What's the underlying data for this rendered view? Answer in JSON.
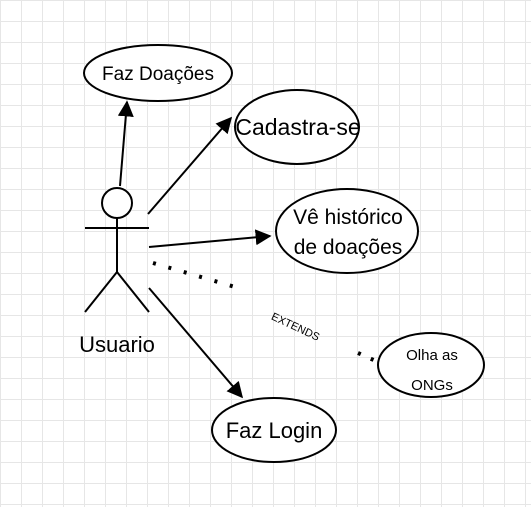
{
  "actor": {
    "label": "Usuario"
  },
  "use_cases": {
    "faz_doacoes": "Faz Doações",
    "cadastra_se": "Cadastra-se",
    "ve_historico_line1": "Vê histórico",
    "ve_historico_line2": "de doações",
    "olha_ongs_line1": "Olha as",
    "olha_ongs_line2": "ONGs",
    "faz_login": "Faz Login"
  },
  "relationships": {
    "extends_label": "EXTENDS"
  },
  "colors": {
    "stroke": "#000000",
    "fill": "#ffffff",
    "grid": "#e6e6e6"
  }
}
